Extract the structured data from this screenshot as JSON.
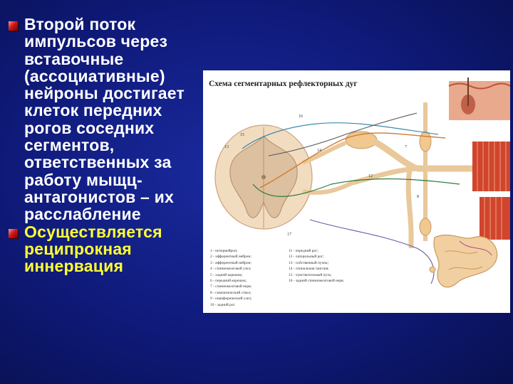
{
  "bullets": [
    {
      "text": "Второй поток импульсов через вставочные (ассоциативные) нейроны достигает клеток передних рогов соседних сегментов, ответственных за работу мыщц-антагонистов – их расслабление",
      "color": "#ffffff"
    },
    {
      "text": "Осуществляется реципрокная иннервация",
      "color": "#ffff33"
    }
  ],
  "figure": {
    "title": "Схема сегментарных рефлекторных дуг",
    "legend_left": [
      "1 - интернейрон;",
      "2 - эфферентный нейрон;",
      "3 - афферентный нейрон;",
      "4 - спинномозговой узел;",
      "5 - задний корешок;",
      "6 - передний корешок;",
      "7 - спинномозговой нерв;",
      "8 - симпатический ствол;",
      "9 - периферический узел;",
      "10 - задний рог"
    ],
    "legend_right": [
      "11 - передний рог;",
      "12 - латеральный рог;",
      "13 - собственный пучок;",
      "14 - спинальная ганглия;",
      "15 - чувствительный путь;",
      "16 - задний спинномозговой нерв."
    ],
    "labels": [
      "16",
      "15",
      "13",
      "14",
      "12",
      "17",
      "7",
      "8"
    ]
  },
  "colors": {
    "title_white": "#ffffff",
    "highlight_yellow": "#ffff33",
    "bullet_red": "#d01818"
  }
}
